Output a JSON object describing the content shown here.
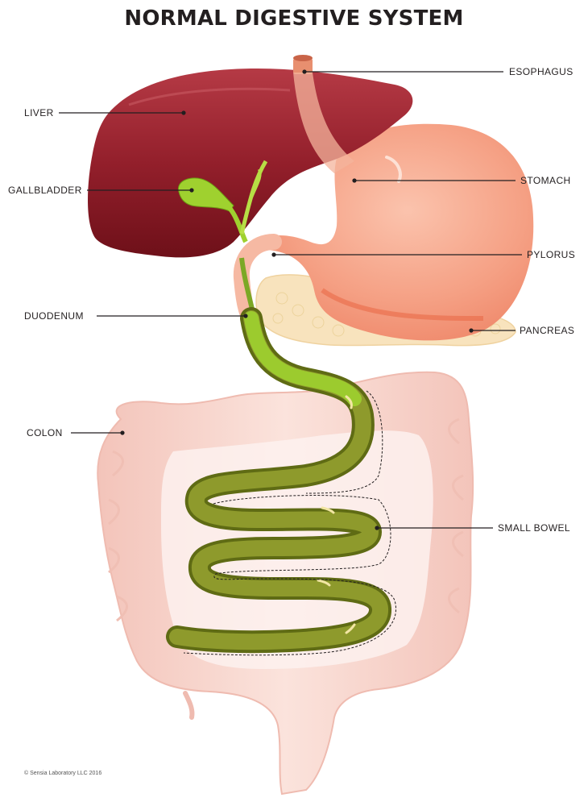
{
  "title": "NORMAL DIGESTIVE SYSTEM",
  "labels": {
    "esophagus": "ESOPHAGUS",
    "liver": "LIVER",
    "stomach": "STOMACH",
    "gallbladder": "GALLBLADDER",
    "pylorus": "PYLORUS",
    "duodenum": "DUODENUM",
    "pancreas": "PANCREAS",
    "colon": "COLON",
    "small_bowel": "SMALL BOWEL"
  },
  "credit": "© Sensia Laboratory LLC 2016",
  "colors": {
    "liver": "#8e1f2a",
    "stomach": "#f4a58a",
    "colon": "#f7d3cb",
    "small_bowel": "#7e8c23",
    "gallbladder": "#9ccf2e",
    "pancreas": "#f7e0b5"
  }
}
